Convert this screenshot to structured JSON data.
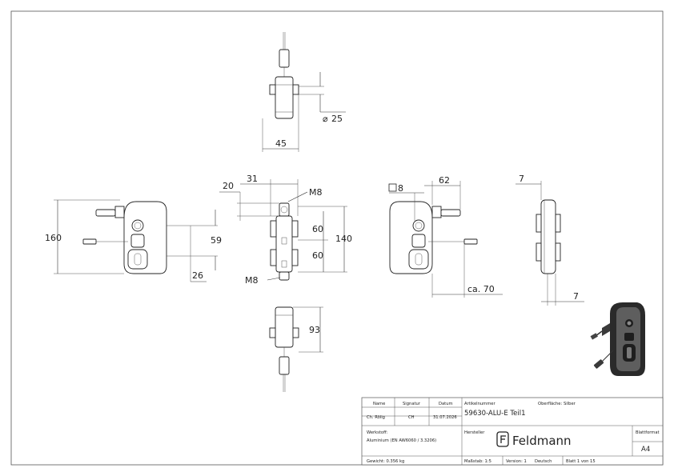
{
  "dimensions": {
    "top_diameter": "25",
    "top_width": "45",
    "side_offset": "20",
    "front_width": "31",
    "thread_top": "M8",
    "thread_bottom": "M8",
    "left_height": "160",
    "left_spacing": "59",
    "left_bottom": "26",
    "front_spacing_upper": "60",
    "front_spacing_lower": "60",
    "front_height": "140",
    "square": "8",
    "right_width": "62",
    "right_cable": "ca. 70",
    "side_thickness_top": "7",
    "side_thickness_bottom": "7",
    "bottom_height": "93"
  },
  "title_block": {
    "col_name": "Name",
    "col_signature": "Signatur",
    "col_date": "Datum",
    "name": "Ch. Rölig",
    "signature": "CH",
    "date": "31.07.2026",
    "article_label": "Artikelnummer",
    "surface_label": "Oberfläche:",
    "surface_value": "Silber",
    "article_number": "59630-ALU-E Teil1",
    "material_label": "Werkstoff:",
    "material_value": "Aluminium (EN AW6060 / 3.3206)",
    "manufacturer_label": "Hersteller",
    "logo_text": "Feldmann",
    "format_label": "Blattformat",
    "format_value": "A4",
    "weight": "Gewicht: 0.356 kg",
    "scale": "Maßstab: 1:5",
    "version": "Version: 1",
    "language": "Deutsch",
    "sheet": "Blatt 1 von 15"
  },
  "colors": {
    "line": "#333333",
    "iso_body": "#2a2a2a",
    "iso_face": "#6b6b6b",
    "border": "#555555"
  }
}
